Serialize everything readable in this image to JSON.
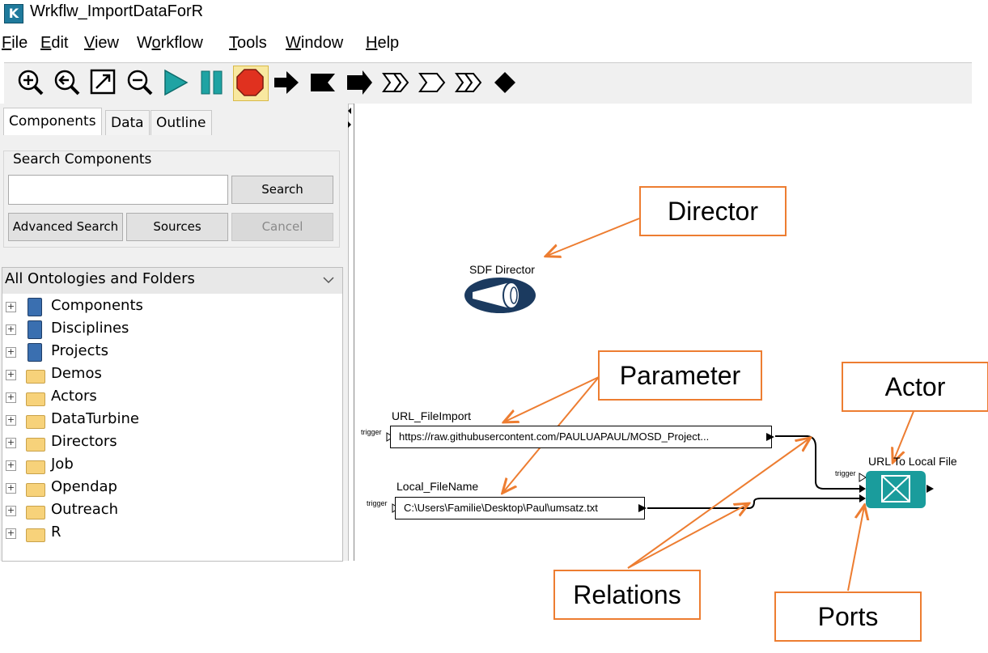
{
  "window": {
    "title": "Wrkflw_ImportDataForR",
    "app_icon_letter": "K"
  },
  "menu": [
    {
      "label": "File",
      "accel": "F"
    },
    {
      "label": "Edit",
      "accel": "E"
    },
    {
      "label": "View",
      "accel": "V"
    },
    {
      "label": "Workflow",
      "accel": "o"
    },
    {
      "label": "Tools",
      "accel": "T"
    },
    {
      "label": "Window",
      "accel": "W"
    },
    {
      "label": "Help",
      "accel": "H"
    }
  ],
  "toolbar": {
    "buttons": [
      "zoom-in-icon",
      "zoom-reset-icon",
      "zoom-fit-icon",
      "zoom-out-icon",
      "run-icon",
      "pause-icon",
      "stop-icon",
      "arrow-right-icon",
      "flag-icon",
      "arrow-right-solid-icon",
      "double-arrow-outline-icon",
      "flag-outline-icon",
      "double-arrow-outline-2-icon",
      "diamond-icon"
    ]
  },
  "left_panel": {
    "tabs": [
      "Components",
      "Data",
      "Outline"
    ],
    "search": {
      "legend": "Search Components",
      "search_button": "Search",
      "advanced_button": "Advanced Search",
      "sources_button": "Sources",
      "cancel_button": "Cancel",
      "input_value": ""
    },
    "ontology_select": "All Ontologies and Folders",
    "tree": [
      {
        "label": "Components",
        "icon": "book"
      },
      {
        "label": "Disciplines",
        "icon": "book"
      },
      {
        "label": "Projects",
        "icon": "book"
      },
      {
        "label": "Demos",
        "icon": "folder"
      },
      {
        "label": "Actors",
        "icon": "folder"
      },
      {
        "label": "DataTurbine",
        "icon": "folder"
      },
      {
        "label": "Directors",
        "icon": "folder"
      },
      {
        "label": "Job",
        "icon": "folder"
      },
      {
        "label": "Opendap",
        "icon": "folder"
      },
      {
        "label": "Outreach",
        "icon": "folder"
      },
      {
        "label": "R",
        "icon": "folder"
      }
    ]
  },
  "canvas": {
    "director_label": "SDF Director",
    "param1": {
      "name": "URL_FileImport",
      "value": "https://raw.githubusercontent.com/PAULUAPAUL/MOSD_Project...",
      "trigger": "trigger"
    },
    "param2": {
      "name": "Local_FileName",
      "value": "C:\\Users\\Familie\\Desktop\\Paul\\umsatz.txt",
      "trigger": "trigger"
    },
    "actor": {
      "name": "URL To Local File",
      "trigger": "trigger"
    },
    "callouts": {
      "director": "Director",
      "parameter": "Parameter",
      "actor": "Actor",
      "relations": "Relations",
      "ports": "Ports"
    },
    "colors": {
      "callout_border": "#ed7d31",
      "actor_fill": "#1a9c9c",
      "director_fill": "#1b3a5f"
    }
  }
}
